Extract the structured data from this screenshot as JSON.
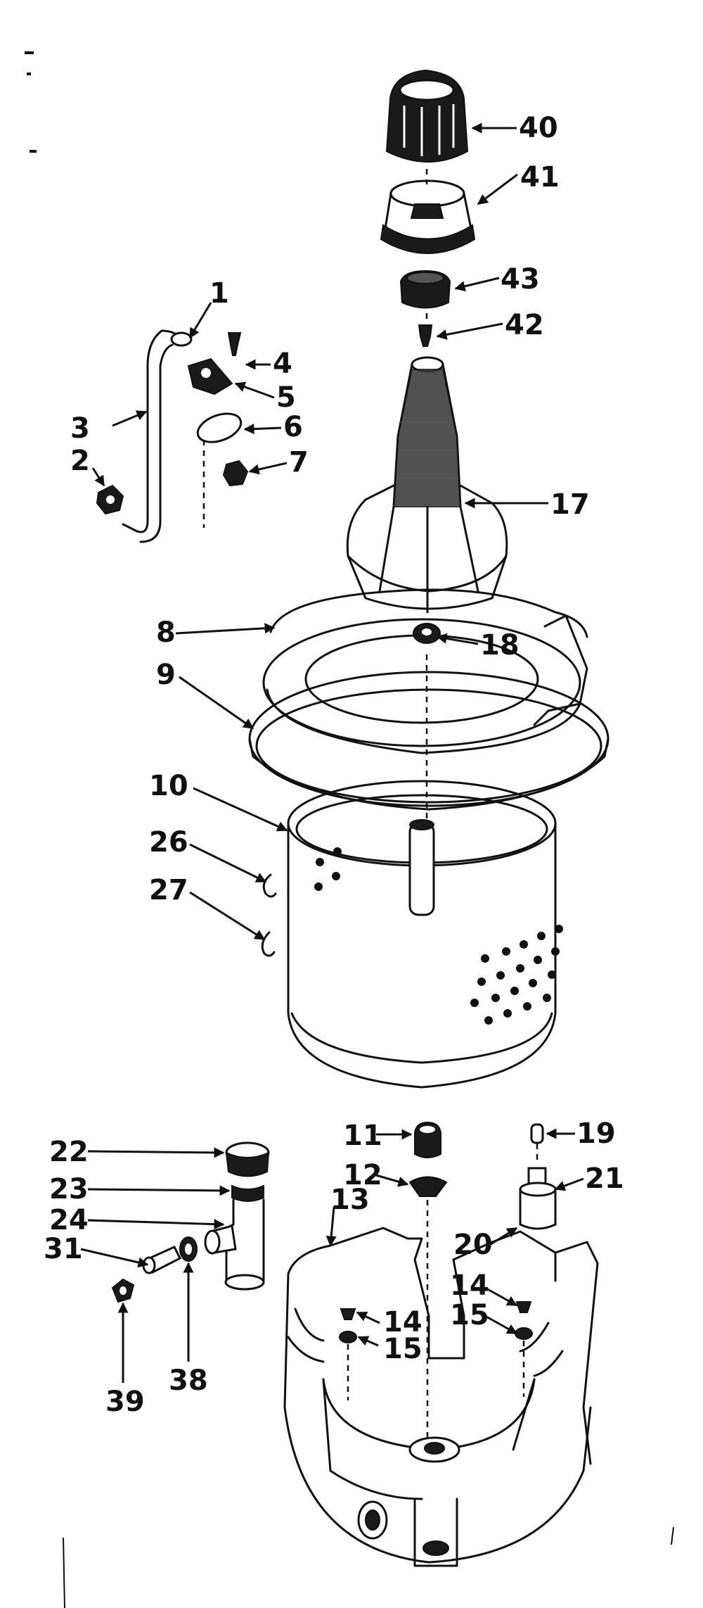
{
  "callouts": {
    "c1": "1",
    "c2": "2",
    "c3": "3",
    "c4": "4",
    "c5": "5",
    "c6": "6",
    "c7": "7",
    "c8": "8",
    "c9": "9",
    "c10": "10",
    "c11": "11",
    "c12": "12",
    "c13": "13",
    "c14a": "14",
    "c14b": "14",
    "c15a": "15",
    "c15b": "15",
    "c17": "17",
    "c18": "18",
    "c19": "19",
    "c20": "20",
    "c21": "21",
    "c22": "22",
    "c23": "23",
    "c24": "24",
    "c26": "26",
    "c27": "27",
    "c31": "31",
    "c38": "38",
    "c39": "39",
    "c40": "40",
    "c41": "41",
    "c42": "42",
    "c43": "43"
  }
}
